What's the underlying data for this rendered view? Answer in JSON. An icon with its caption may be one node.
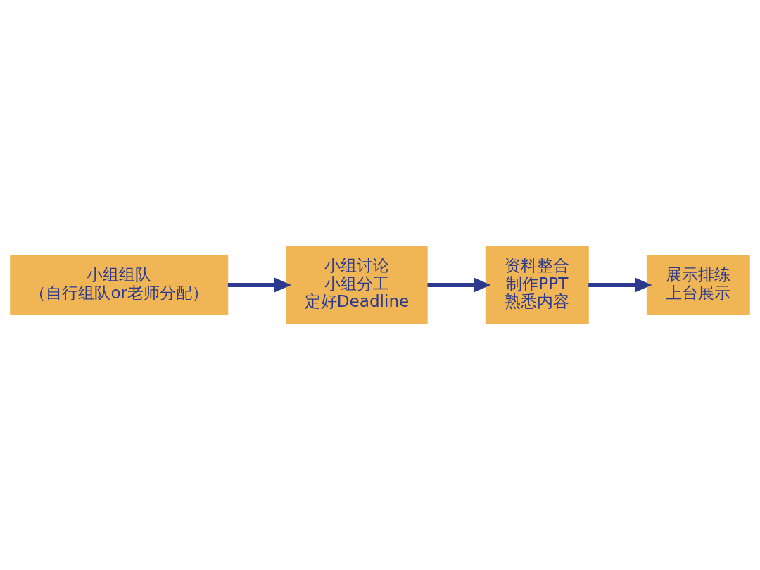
{
  "diagram": {
    "nodes": [
      {
        "text": [
          "小组组队",
          "（自行组队or老师分配）"
        ]
      },
      {
        "text": [
          "小组讨论",
          "小组分工",
          "定好Deadline"
        ]
      },
      {
        "text": [
          "资料整合",
          "制作PPT",
          "熟悉内容"
        ]
      },
      {
        "text": [
          "展示排练",
          "上台展示"
        ]
      }
    ],
    "edges": [
      {
        "from": 0,
        "to": 1,
        "arrow": "to"
      },
      {
        "from": 1,
        "to": 2,
        "arrow": "to"
      },
      {
        "from": 2,
        "to": 3,
        "arrow": "to"
      }
    ]
  }
}
